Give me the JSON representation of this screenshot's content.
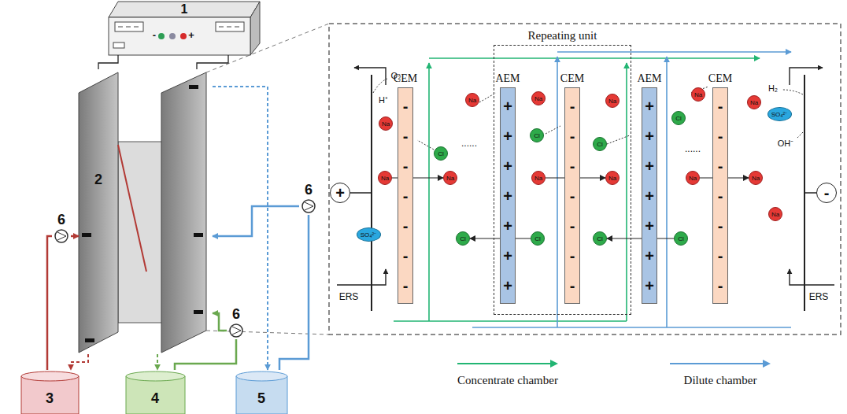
{
  "diagram": {
    "nodes": [
      {
        "text": [
          "1"
        ]
      },
      {
        "text": [
          "2"
        ]
      },
      {
        "text": [
          "6"
        ]
      },
      {
        "text": [
          "6"
        ]
      },
      {
        "text": [
          "6"
        ]
      },
      {
        "text": [
          "3"
        ]
      },
      {
        "text": [
          "4"
        ]
      },
      {
        "text": [
          "5"
        ]
      },
      {
        "text": [
          "+"
        ]
      },
      {
        "text": [
          "CEM",
          "- - - - - - -"
        ]
      },
      {
        "text": [
          "Repeating unit"
        ]
      },
      {
        "text": [
          "AEM",
          "+ + + + + + +"
        ],
        "in": 10
      },
      {
        "text": [
          "CEM",
          "- - - - - - -"
        ],
        "in": 10
      },
      {
        "text": [
          "AEM",
          "+ + + + + + +"
        ]
      },
      {
        "text": [
          "CEM",
          "- - - - - - -"
        ]
      },
      {
        "text": [
          "-"
        ]
      },
      {
        "text": [
          "Na"
        ]
      },
      {
        "text": [
          "Na"
        ]
      },
      {
        "text": [
          "SO₄²⁻"
        ]
      },
      {
        "text": [
          "Na"
        ]
      },
      {
        "text": [
          "Cl"
        ]
      },
      {
        "text": [
          "Na"
        ]
      },
      {
        "text": [
          "Cl"
        ]
      },
      {
        "text": [
          "Na"
        ],
        "in": 10
      },
      {
        "text": [
          "Cl"
        ],
        "in": 10
      },
      {
        "text": [
          "Na"
        ],
        "in": 10
      },
      {
        "text": [
          "Cl"
        ],
        "in": 10
      },
      {
        "text": [
          "Na"
        ],
        "in": 10
      },
      {
        "text": [
          "Cl"
        ],
        "in": 10
      },
      {
        "text": [
          "Na"
        ],
        "in": 10
      },
      {
        "text": [
          "Cl"
        ],
        "in": 10
      },
      {
        "text": [
          "Na"
        ]
      },
      {
        "text": [
          "Cl"
        ]
      },
      {
        "text": [
          "Na"
        ]
      },
      {
        "text": [
          "Cl"
        ]
      },
      {
        "text": [
          "Na"
        ]
      },
      {
        "text": [
          "SO₄²⁻"
        ]
      },
      {
        "text": [
          "Na"
        ]
      },
      {
        "text": [
          "Na"
        ]
      }
    ],
    "edges": [
      {
        "from": 0,
        "to": 1,
        "arrow": "none"
      },
      {
        "from": 0,
        "to": 1,
        "arrow": "none"
      },
      {
        "from": 5,
        "to": 2,
        "arrow": "none"
      },
      {
        "from": 2,
        "to": 1,
        "arrow": "to"
      },
      {
        "from": 1,
        "to": 5,
        "arrow": "to"
      },
      {
        "from": 6,
        "to": 4,
        "arrow": "none"
      },
      {
        "from": 4,
        "to": 1,
        "arrow": "to"
      },
      {
        "from": 1,
        "to": 6,
        "arrow": "to"
      },
      {
        "from": 7,
        "to": 3,
        "arrow": "none"
      },
      {
        "from": 3,
        "to": 1,
        "arrow": "to"
      },
      {
        "from": 1,
        "to": 7,
        "arrow": "to"
      },
      {
        "from": 17,
        "to": 21,
        "arrow": "to"
      },
      {
        "from": 26,
        "to": 22,
        "arrow": "to"
      },
      {
        "from": 25,
        "to": 29,
        "arrow": "to"
      },
      {
        "from": 34,
        "to": 30,
        "arrow": "to"
      },
      {
        "from": 33,
        "to": 37,
        "arrow": "to"
      }
    ],
    "labels": [
      "-",
      "+",
      "O₂",
      "H⁺",
      "ERS",
      "......",
      "......",
      "H₂",
      "OH⁻",
      "ERS"
    ],
    "legend": [
      {
        "text": "Concentrate chamber"
      },
      {
        "text": "Dilute chamber"
      }
    ]
  }
}
